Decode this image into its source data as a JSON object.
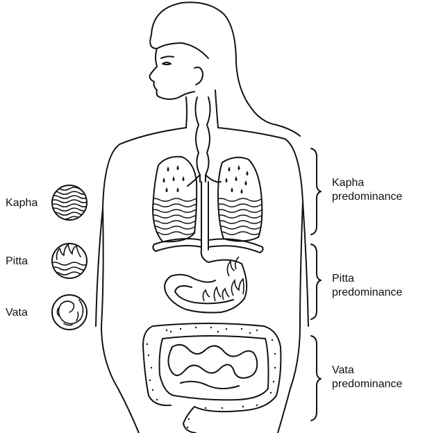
{
  "legend": {
    "kapha": "Kapha",
    "pitta": "Pitta",
    "vata": "Vata"
  },
  "zones": {
    "kapha": {
      "line1": "Kapha",
      "line2": "predominance"
    },
    "pitta": {
      "line1": "Pitta",
      "line2": "predominance"
    },
    "vata": {
      "line1": "Vata",
      "line2": "predominance"
    }
  }
}
